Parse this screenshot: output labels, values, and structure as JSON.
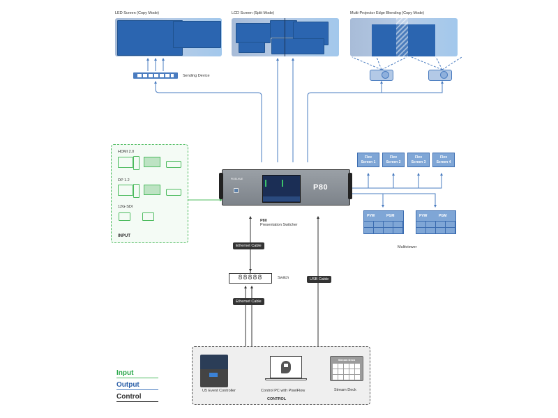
{
  "outputs": {
    "led_screen": {
      "title": "LED Screen (Copy Mode)"
    },
    "lcd_screen": {
      "title": "LCD Screen (Split Mode)"
    },
    "projector_blend": {
      "title": "Multi-Projector Edge Blending (Copy Mode)"
    },
    "sending_device": {
      "label": "Sending Device"
    },
    "flex_screens": [
      {
        "line1": "Flex",
        "line2": "Screen 1"
      },
      {
        "line1": "Flex",
        "line2": "Screen 2"
      },
      {
        "line1": "Flex",
        "line2": "Screen 3"
      },
      {
        "line1": "Flex",
        "line2": "Screen 4"
      }
    ],
    "multiviewer": {
      "label": "Multiviewer",
      "monitors": [
        {
          "left": "PVW",
          "right": "PGM"
        },
        {
          "left": "PVW",
          "right": "PGM"
        }
      ]
    }
  },
  "input": {
    "title": "INPUT",
    "groups": [
      {
        "label": "HDMI 2.0",
        "devices": [
          "monitor-pc-icon",
          "laptop-icon",
          "router-icon"
        ]
      },
      {
        "label": "DP 1.2",
        "devices": [
          "monitor-pc-icon",
          "laptop-icon",
          "router-icon"
        ]
      },
      {
        "label": "12G-SDI",
        "devices": [
          "camera-icon",
          "camera-icon"
        ]
      }
    ]
  },
  "device": {
    "brand": "PIXELHUE",
    "model": "P80",
    "name": "P80",
    "subtitle": "Presentation Switcher"
  },
  "cables": {
    "ethernet_top": "Ethernet Cable",
    "ethernet_bottom": "Ethernet Cable",
    "usb": "USB Cable"
  },
  "switch": {
    "label": "Switch",
    "ports": "88888"
  },
  "control": {
    "title": "CONTROL",
    "items": [
      {
        "label": "U5 Event Controller"
      },
      {
        "label": "Control PC with PixelFlow"
      },
      {
        "label": "Stream Deck",
        "screen_title": "Stream Deck"
      }
    ]
  },
  "legend": {
    "items": [
      {
        "label": "Input",
        "color": "#2aa84a"
      },
      {
        "label": "Output",
        "color": "#2b5fa8"
      },
      {
        "label": "Control",
        "color": "#333333"
      }
    ]
  },
  "colors": {
    "input_line": "#4cbb5e",
    "output_line": "#4a7cc0",
    "control_line": "#333333",
    "panel_blue": "#2b65b0"
  }
}
